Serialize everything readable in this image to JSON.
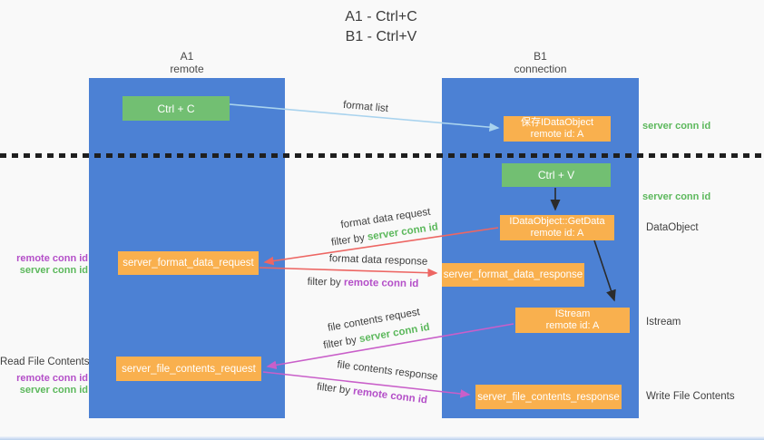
{
  "title": {
    "line1": "A1 - Ctrl+C",
    "line2": "B1 - Ctrl+V"
  },
  "lanes": {
    "left": {
      "title": "A1",
      "subtitle": "remote"
    },
    "right": {
      "title": "B1",
      "subtitle": "connection"
    }
  },
  "nodes": {
    "ctrl_c": {
      "label": "Ctrl + C"
    },
    "save_dataobject": {
      "line1": "保存IDataObject",
      "line2": "remote id: A"
    },
    "ctrl_v": {
      "label": "Ctrl + V"
    },
    "getdata": {
      "line1": "IDataObject::GetData",
      "line2": "remote id: A"
    },
    "format_request": {
      "label": "server_format_data_request"
    },
    "format_response": {
      "label": "server_format_data_response"
    },
    "istream": {
      "line1": "IStream",
      "line2": "remote id: A"
    },
    "file_request": {
      "label": "server_file_contents_request"
    },
    "file_response": {
      "label": "server_file_contents_response"
    }
  },
  "edge_labels": {
    "format_list": "format list",
    "format_data_request": "format data request",
    "format_data_response": "format data response",
    "file_contents_request": "file contents request",
    "file_contents_response": "file contents response",
    "filter_by": "filter by",
    "server_conn_id": "server conn id",
    "remote_conn_id": "remote conn id"
  },
  "side_labels": {
    "server_conn_id_top": "server conn id",
    "server_conn_id_mid": "server conn id",
    "data_object": "DataObject",
    "istream": "Istream",
    "write_file_contents": "Write File Contents",
    "remote_conn_id_1": "remote conn id",
    "server_conn_id_1": "server conn id",
    "read_file_contents": "Read File Contents",
    "remote_conn_id_2": "remote conn id",
    "server_conn_id_2": "server conn id"
  },
  "colors": {
    "lane_blue": "#4c81d4",
    "node_orange": "#f9b04e",
    "node_green": "#72bf72",
    "arrow_light_blue": "#a9d3ee",
    "arrow_red": "#ed6663",
    "arrow_magenta": "#c95fc9",
    "arrow_black": "#2b2b2b",
    "label_green": "#5cb85c",
    "label_purple": "#b44fc8",
    "text_dark": "#3f3f3f",
    "background": "#f9f9f9"
  }
}
